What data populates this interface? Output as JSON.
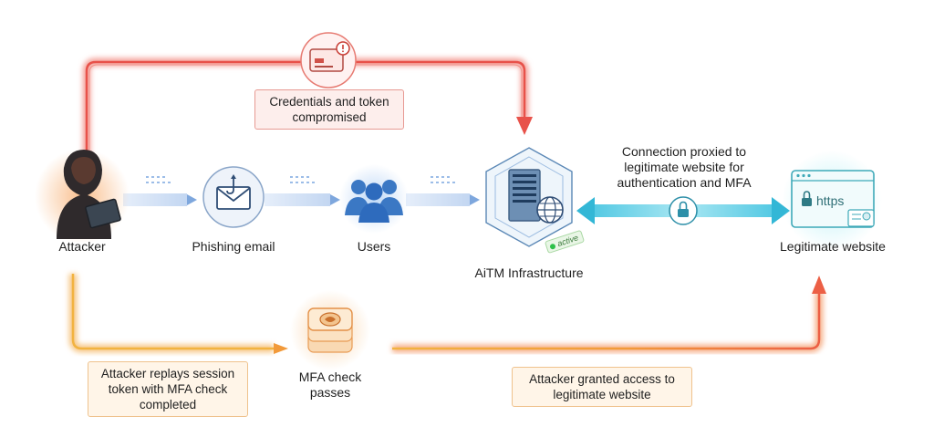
{
  "nodes": {
    "attacker": "Attacker",
    "phishing_email": "Phishing email",
    "users": "Users",
    "aitm": "AiTM Infrastructure",
    "legit_site": "Legitimate website"
  },
  "active_badge": "active",
  "https_label": "https",
  "callouts": {
    "credentials": [
      "Credentials and token",
      "compromised"
    ],
    "connection": [
      "Connection proxied to",
      "legitimate website for",
      "authentication and MFA"
    ],
    "replay": [
      "Attacker replays session",
      "token with MFA check",
      "completed"
    ],
    "mfa": [
      "MFA check",
      "passes"
    ],
    "granted": [
      "Attacker granted access to",
      "legitimate website"
    ]
  },
  "colors": {
    "red_path": "#e8524a",
    "orange_path": "#f29a3a",
    "blue_flow": "#8fb6e6",
    "teal_arrow": "#33b7d6"
  }
}
